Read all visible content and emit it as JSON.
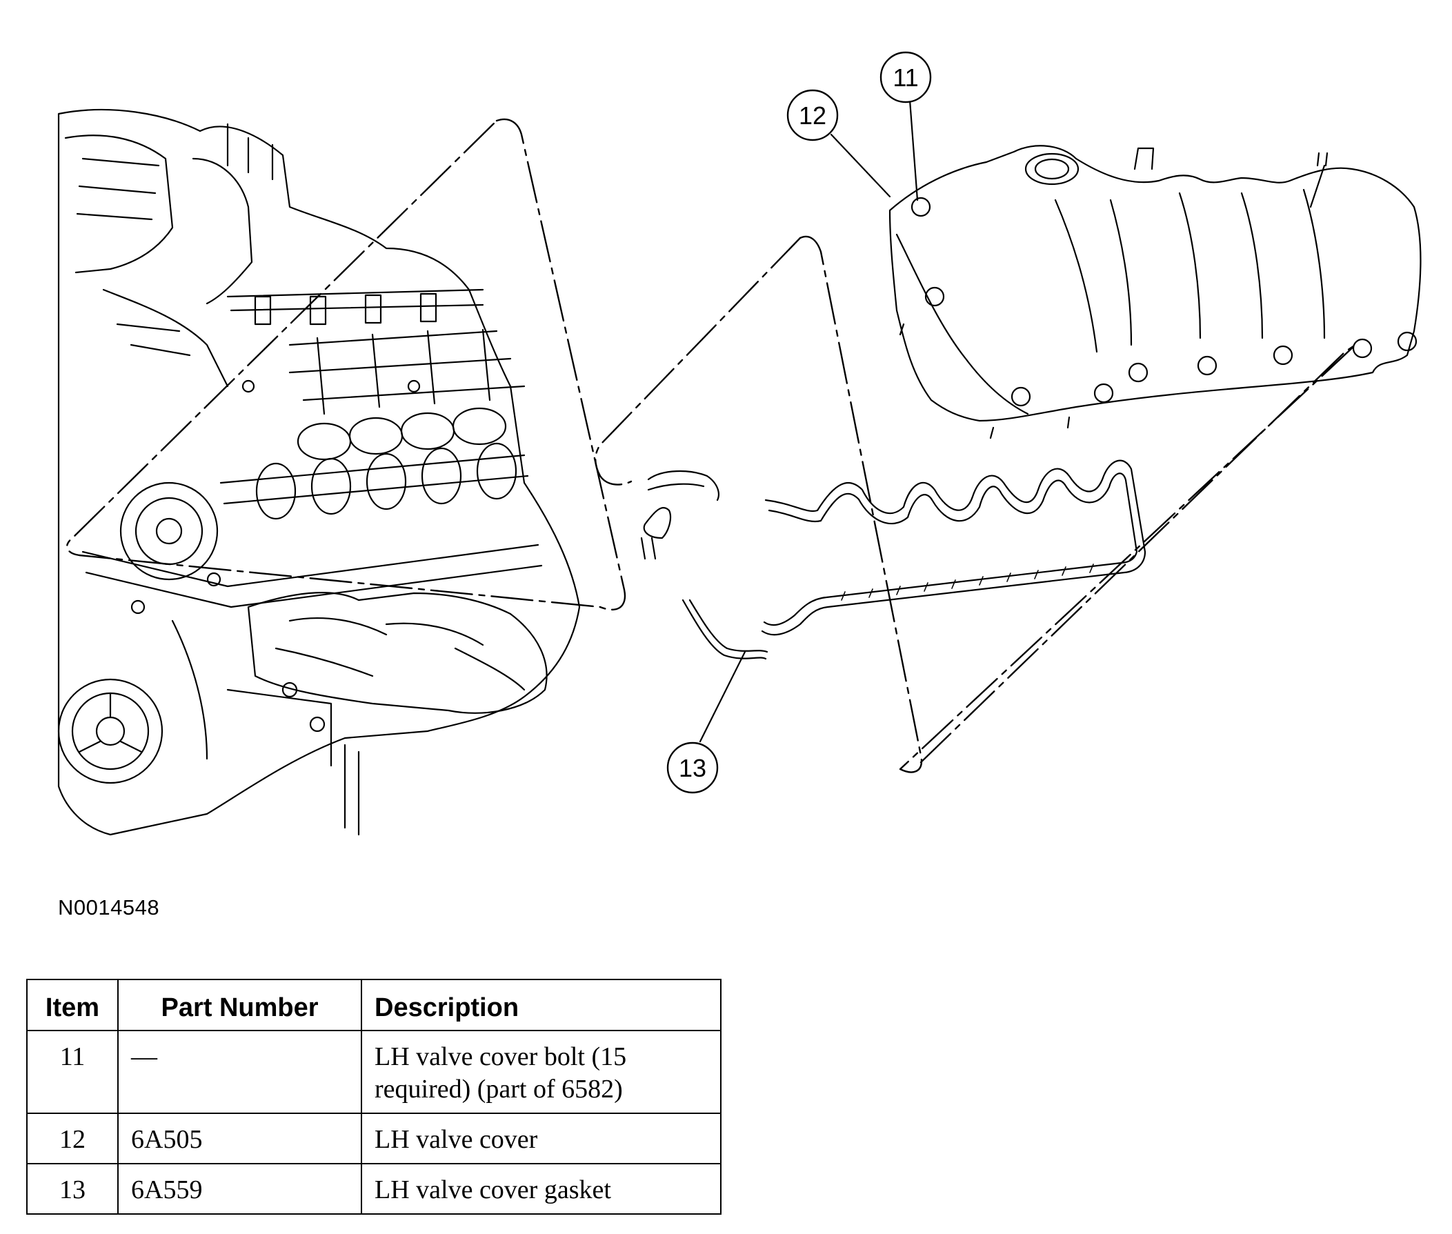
{
  "figure": {
    "id": "N0014548",
    "callouts": [
      {
        "label": "11"
      },
      {
        "label": "12"
      },
      {
        "label": "13"
      }
    ]
  },
  "table": {
    "headers": [
      "Item",
      "Part Number",
      "Description"
    ],
    "rows": [
      {
        "item": "11",
        "part": "—",
        "desc_lines": [
          "LH valve cover bolt (15",
          "required) (part of 6582)"
        ]
      },
      {
        "item": "12",
        "part": "6A505",
        "desc_lines": [
          "LH valve cover"
        ]
      },
      {
        "item": "13",
        "part": "6A559",
        "desc_lines": [
          "LH valve cover gasket"
        ]
      }
    ]
  }
}
